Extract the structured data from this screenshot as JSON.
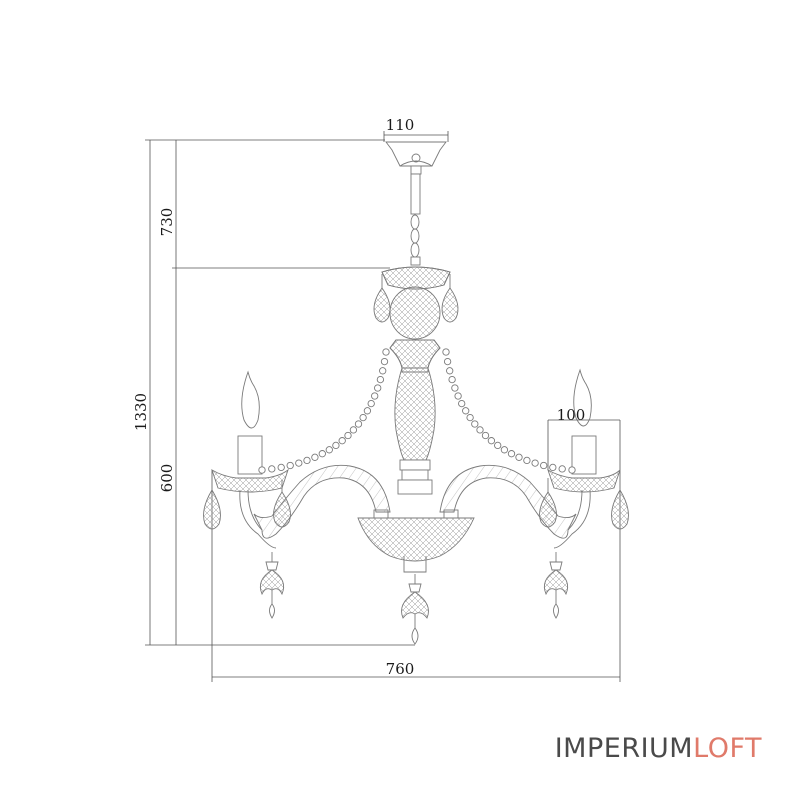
{
  "dimensions": {
    "canopy_width": "110",
    "chain_height": "730",
    "total_height": "1330",
    "body_height": "600",
    "candle_width": "100",
    "total_width": "760"
  },
  "brand": {
    "part1": "IMPERIUM",
    "part2": "LOFT",
    "color_part1": "#4a4a4a",
    "color_part2": "#e07a6a"
  }
}
